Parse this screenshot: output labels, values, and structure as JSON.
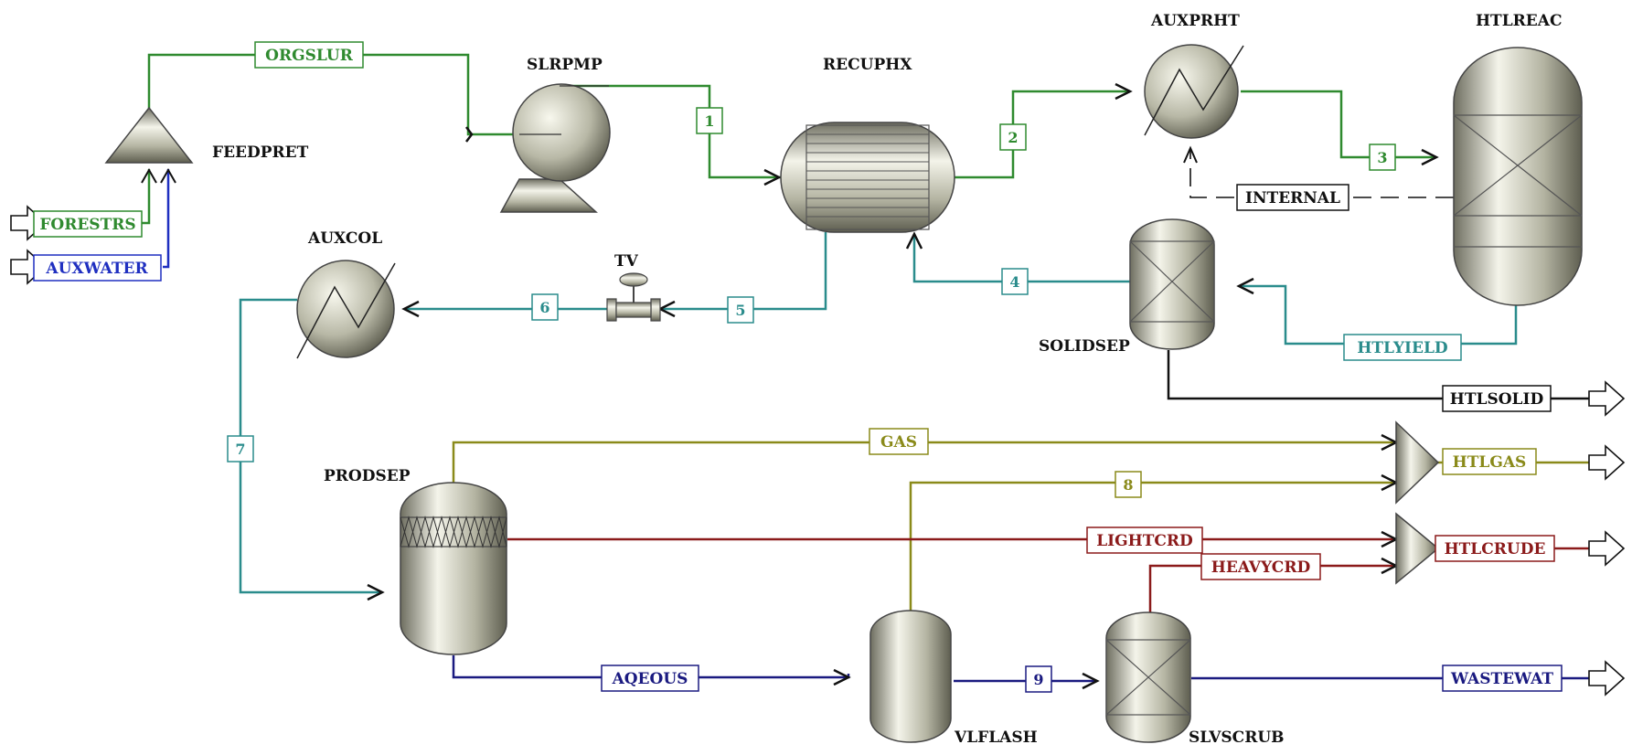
{
  "colors": {
    "green": "#2f8a2f",
    "blue": "#1f2fc0",
    "teal": "#2a8c8c",
    "olive": "#8a8a1a",
    "crude": "#8b1a1a",
    "navy": "#1a1a80",
    "black": "#111111"
  },
  "blocks": {
    "feedpret": "FEEDPRET",
    "slrpmp": "SLRPMP",
    "recuphx": "RECUPHX",
    "auxprht": "AUXPRHT",
    "htlreac": "HTLREAC",
    "solidsep": "SOLIDSEP",
    "auxcol": "AUXCOL",
    "tv": "TV",
    "prodsep": "PRODSEP",
    "vlflash": "VLFLASH",
    "slvscrub": "SLVSCRUB"
  },
  "streams": {
    "orgslur": "ORGSLUR",
    "forestrs": "FORESTRS",
    "auxwater": "AUXWATER",
    "s1": "1",
    "s2": "2",
    "s3": "3",
    "s4": "4",
    "s5": "5",
    "s6": "6",
    "s7": "7",
    "s8": "8",
    "s9": "9",
    "internal": "INTERNAL",
    "htlyield": "HTLYIELD",
    "htlsolid": "HTLSOLID",
    "gas": "GAS",
    "htlgas": "HTLGAS",
    "lightcrd": "LIGHTCRD",
    "heavycrd": "HEAVYCRD",
    "htlcrude": "HTLCRUDE",
    "aqeous": "AQEOUS",
    "wastewat": "WASTEWAT"
  }
}
